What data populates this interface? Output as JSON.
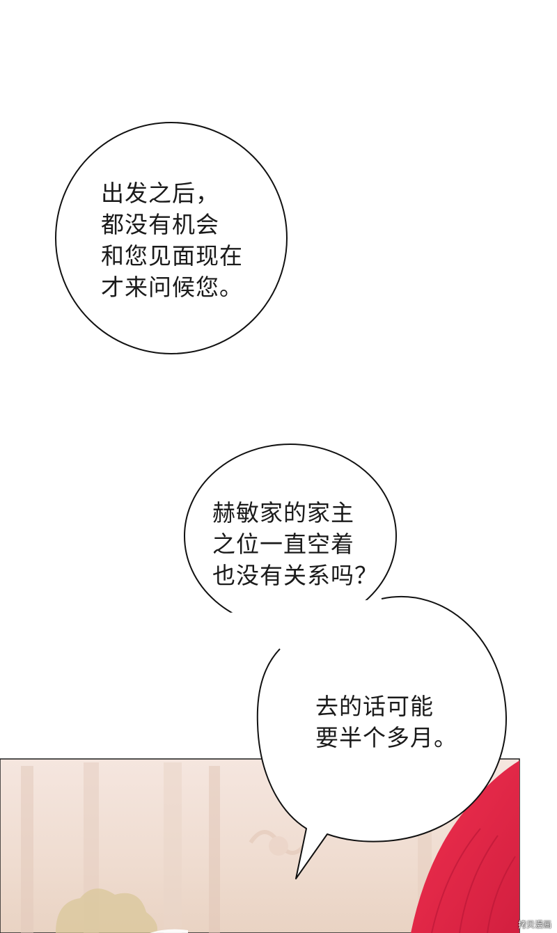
{
  "bubbles": [
    {
      "lines": [
        "出发之后，",
        "都没有机会",
        "和您见面现在",
        "才来问候您。"
      ]
    },
    {
      "lines": [
        "赫敏家的家主",
        "之位一直空着",
        "也没有关系吗？"
      ]
    },
    {
      "lines": [
        "去的话可能",
        "要半个多月。"
      ]
    }
  ],
  "watermark": "拷贝漫画",
  "colors": {
    "background": "#ffffff",
    "bubble_fill": "#ffffff",
    "bubble_stroke": "#111111",
    "panel_bg": "#f3e3dc",
    "hair_red": "#e8284a"
  }
}
